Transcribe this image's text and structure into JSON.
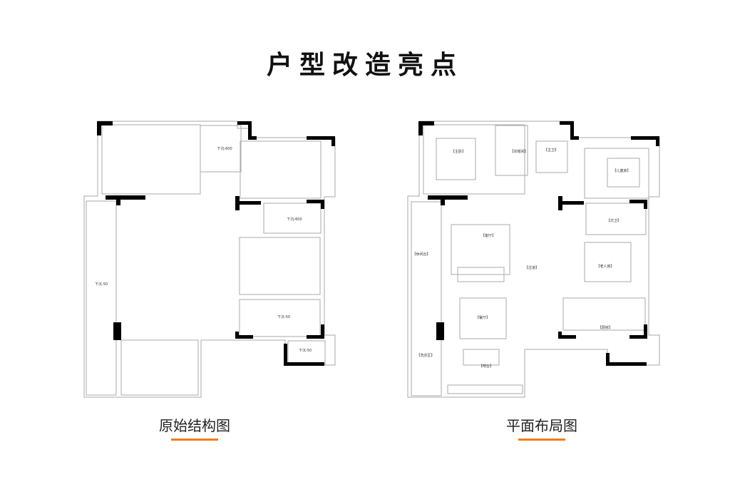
{
  "title": "户型改造亮点",
  "original_plan": {
    "caption": "原始结构图",
    "labels": [
      "下沉-600",
      "下沉-600",
      "下沉-50",
      "下沉-50",
      "下沉-50"
    ]
  },
  "layout_plan": {
    "caption": "平面布局图",
    "rooms": [
      "【主卧】",
      "【衣帽间】",
      "【主卫】",
      "【儿童房】",
      "【次卫】",
      "【客厅】",
      "【休闲台】",
      "【过道】",
      "【老人房】",
      "【餐厅】",
      "【厨房】",
      "【洗衣区】",
      "【吧台】"
    ]
  },
  "colors": {
    "accent": "#f07d1a",
    "wall": "#000000"
  }
}
